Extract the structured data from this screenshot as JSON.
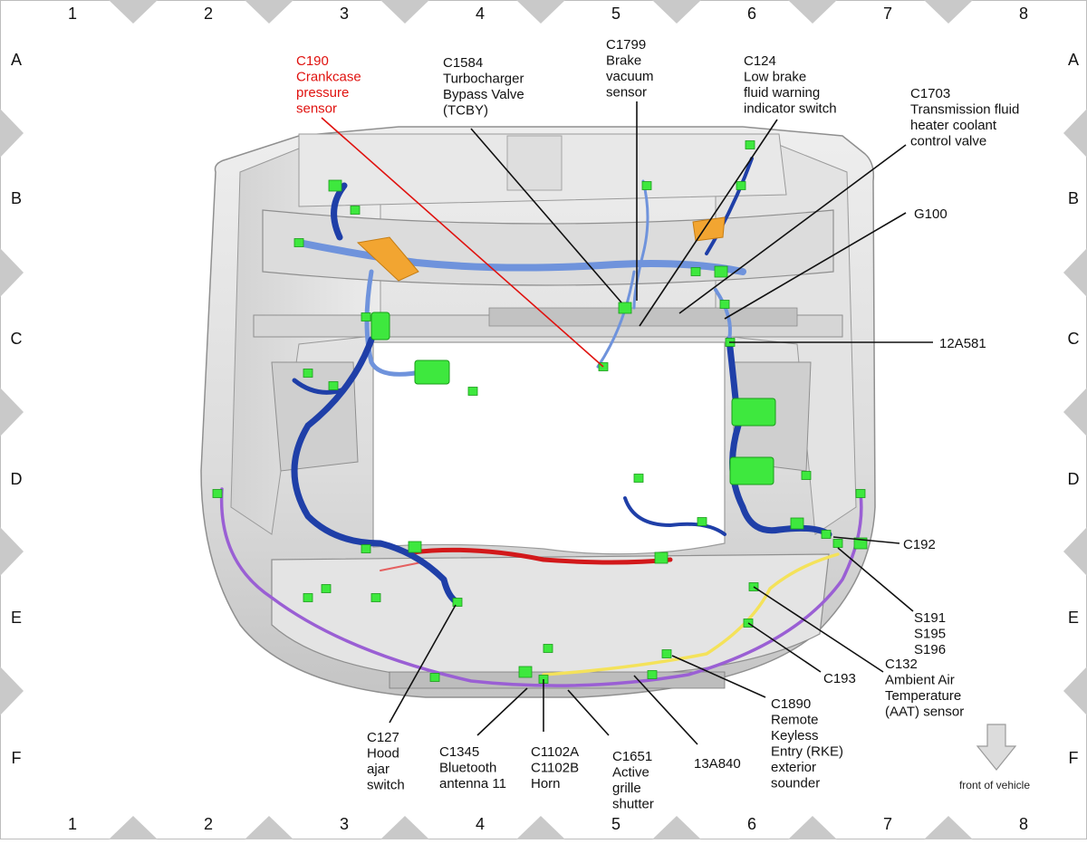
{
  "grid": {
    "columns": [
      "1",
      "2",
      "3",
      "4",
      "5",
      "6",
      "7",
      "8"
    ],
    "rows": [
      "A",
      "B",
      "C",
      "D",
      "E",
      "F"
    ]
  },
  "callouts": [
    {
      "id": "c190",
      "lines": [
        "C190",
        "Crankcase",
        "pressure",
        "sensor"
      ],
      "highlight": true
    },
    {
      "id": "c1584",
      "lines": [
        "C1584",
        "Turbocharger",
        "Bypass Valve",
        "(TCBY)"
      ]
    },
    {
      "id": "c1799",
      "lines": [
        "C1799",
        "Brake",
        "vacuum",
        "sensor"
      ]
    },
    {
      "id": "c124",
      "lines": [
        "C124",
        "Low brake",
        "fluid warning",
        "indicator switch"
      ]
    },
    {
      "id": "c1703",
      "lines": [
        "C1703",
        "Transmission fluid",
        "heater coolant",
        "control valve"
      ]
    },
    {
      "id": "g100",
      "lines": [
        "G100"
      ]
    },
    {
      "id": "12a581",
      "lines": [
        "12A581"
      ]
    },
    {
      "id": "c192",
      "lines": [
        "C192"
      ]
    },
    {
      "id": "s191",
      "lines": [
        "S191",
        "S195",
        "S196"
      ]
    },
    {
      "id": "c193",
      "lines": [
        "C193"
      ]
    },
    {
      "id": "c132",
      "lines": [
        "C132",
        "Ambient Air",
        "Temperature",
        "(AAT) sensor"
      ]
    },
    {
      "id": "c1890",
      "lines": [
        "C1890",
        "Remote",
        "Keyless",
        "Entry (RKE)",
        "exterior",
        "sounder"
      ]
    },
    {
      "id": "13a840",
      "lines": [
        "13A840"
      ]
    },
    {
      "id": "c1651",
      "lines": [
        "C1651",
        "Active",
        "grille",
        "shutter"
      ]
    },
    {
      "id": "c1102",
      "lines": [
        "C1102A",
        "C1102B",
        "Horn"
      ]
    },
    {
      "id": "c1345",
      "lines": [
        "C1345",
        "Bluetooth",
        "antenna 11"
      ]
    },
    {
      "id": "c127",
      "lines": [
        "C127",
        "Hood",
        "ajar",
        "switch"
      ]
    }
  ],
  "orientation_label": "front of vehicle",
  "colors": {
    "harness_dark": "#1f3fa8",
    "harness_light": "#6f93dc",
    "connector": "#3ee83e",
    "highlight_red": "#e0120f",
    "purple_wire": "#9a5fd4",
    "yellow_wire": "#f4e25a",
    "orange_part": "#f2a531"
  }
}
